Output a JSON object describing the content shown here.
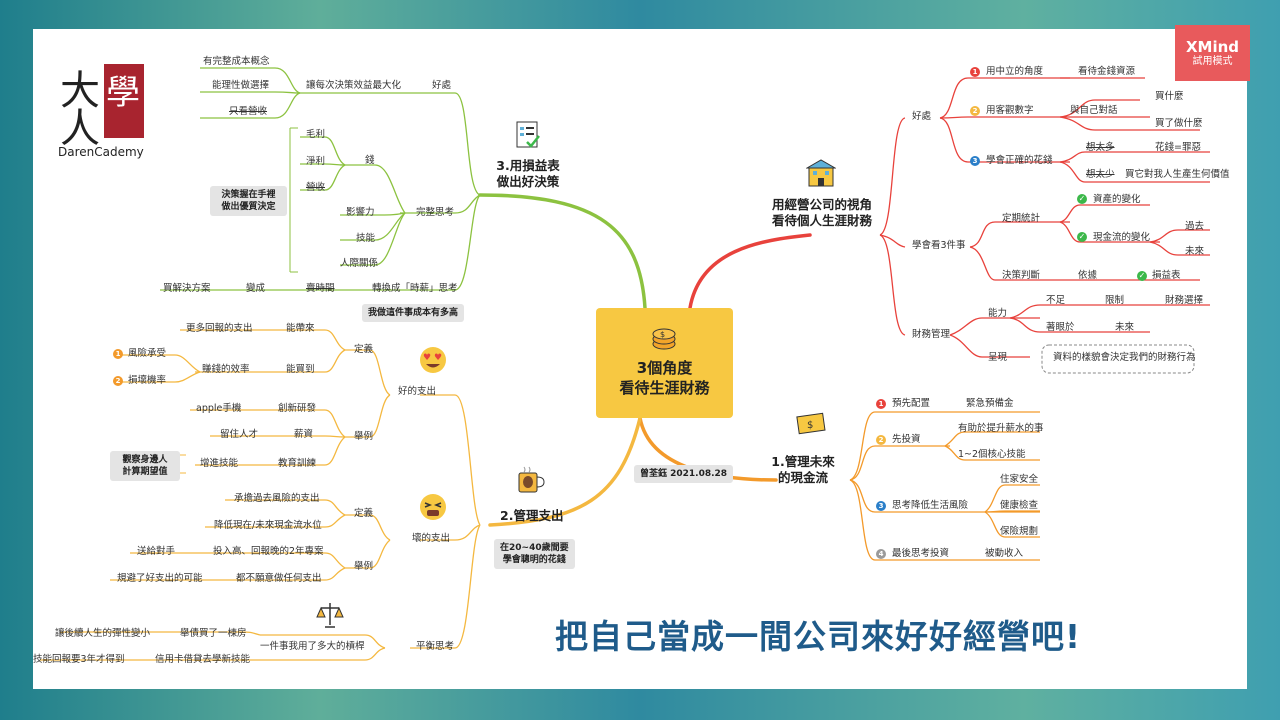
{
  "colors": {
    "right_branch": "#e8423c",
    "left_top_branch": "#8cc240",
    "left_bottom_branch": "#f4b840",
    "bottom_branch": "#f39a2b",
    "slogan": "#1f5b8a"
  },
  "logo": {
    "name": "DarenCademy",
    "glyphs": "大人學"
  },
  "watermark": {
    "brand": "XMind",
    "mode": "試用模式"
  },
  "center": {
    "title_line1": "3個角度",
    "title_line2": "看待生涯財務",
    "icon": "coin-stack-icon"
  },
  "author_tag": "曾荃鈺 2021.08.28",
  "slogan": "把自己當成一間公司來好好經營吧!",
  "branch_company": {
    "title_line1": "用經營公司的視角",
    "title_line2": "看待個人生涯財務",
    "icon": "building-icon",
    "benefit": {
      "label": "好處",
      "items": [
        {
          "num": "1",
          "text": "用中立的角度",
          "child": "看待金錢資源"
        },
        {
          "num": "2",
          "text": "用客觀數字",
          "child": "與自己對話",
          "grand": [
            "買什麼",
            "買了做什麼"
          ]
        },
        {
          "num": "3",
          "text": "學會正確的花錢",
          "pairs": [
            {
              "a": "想太多",
              "b": "花錢=罪惡"
            },
            {
              "a": "想太少",
              "b": "買它對我人生產生何價值"
            }
          ]
        }
      ]
    },
    "three_things": {
      "label": "學會看3件事",
      "stat": "定期統計",
      "asset": "資產的變化",
      "cashflow": "現金流的變化",
      "past": "過去",
      "future": "未來",
      "decision": "決策判斷",
      "basis": "依據",
      "pnl": "損益表"
    },
    "fin_mgmt": {
      "label": "財務管理",
      "ability": "能力",
      "lack": "不足",
      "limit": "限制",
      "choice": "財務選擇",
      "focus": "著眼於",
      "future": "未來",
      "show": "呈現",
      "note": "資料的樣貌會決定我們的財務行為"
    }
  },
  "branch_cashflow": {
    "title_line1": "1.管理未來",
    "title_line2": "的現金流",
    "icon": "money-bill-icon",
    "items": [
      {
        "num": "1",
        "text": "預先配置",
        "children": [
          "緊急預備金"
        ]
      },
      {
        "num": "2",
        "text": "先投資",
        "children": [
          "有助於提升薪水的事",
          "1~2個核心技能"
        ]
      },
      {
        "num": "3",
        "text": "思考降低生活風險",
        "children": [
          "住家安全",
          "健康檢查",
          "保險規劃"
        ]
      },
      {
        "num": "4",
        "text": "最後思考投資",
        "children": [
          "被動收入"
        ]
      }
    ]
  },
  "branch_pnl": {
    "title_line1": "3.用損益表",
    "title_line2": "做出好決策",
    "icon": "checklist-icon",
    "benefit": {
      "label": "好處",
      "mid": "讓每次決策效益最大化",
      "items": [
        "有完整成本概念",
        "能理性做選擇",
        "只看營收"
      ]
    },
    "complete": {
      "label": "完整思考",
      "money": "錢",
      "money_items": [
        "毛利",
        "淨利",
        "營收"
      ],
      "others": [
        "影響力",
        "技能",
        "人際關係"
      ],
      "callout_line1": "決策握在手裡",
      "callout_line2": "做出優質決定"
    },
    "convert": {
      "label": "轉換成「時薪」思考",
      "a": "賣時間",
      "b": "變成",
      "c": "買解決方案",
      "tag": "我做這件事成本有多高"
    }
  },
  "branch_spend": {
    "title": "2.管理支出",
    "tag_line1": "在20~40歲間要",
    "tag_line2": "學會聰明的花錢",
    "icon": "coffee-cup-icon",
    "good": {
      "label": "好的支出",
      "emoji": "heart-eyes-icon",
      "def": {
        "label": "定義",
        "brings": "能帶來",
        "brings_child": "更多回報的支出",
        "buys": "能買到",
        "buys_child": "賺錢的效率",
        "sub": [
          {
            "num": "1",
            "text": "風險承受"
          },
          {
            "num": "2",
            "text": "損壞機率"
          }
        ]
      },
      "example": {
        "label": "舉例",
        "rows": [
          {
            "a": "創新研發",
            "b": "apple手機"
          },
          {
            "a": "薪資",
            "b": "留住人才"
          },
          {
            "a": "教育訓練",
            "b": "增進技能"
          }
        ],
        "callout_line1": "觀察身邊人",
        "callout_line2": "計算期望值"
      }
    },
    "bad": {
      "label": "壞的支出",
      "emoji": "tired-face-icon",
      "def": {
        "label": "定義",
        "items": [
          "承擔過去風險的支出",
          "降低現在/未來現金流水位"
        ]
      },
      "example": {
        "label": "舉例",
        "rows": [
          {
            "a": "投入高、回報晚的2年專案",
            "b": "送給對手"
          },
          {
            "a": "都不願意做任何支出",
            "b": "規避了好支出的可能"
          }
        ]
      }
    },
    "balance": {
      "label": "平衡思考",
      "icon": "balance-scale-icon",
      "mid": "一件事我用了多大的槓桿",
      "rows": [
        {
          "a": "舉債買了一棟房",
          "b": "讓後續人生的彈性變小"
        },
        {
          "a": "信用卡借貸去學新技能",
          "b": "技能回報要3年才得到"
        }
      ]
    }
  }
}
